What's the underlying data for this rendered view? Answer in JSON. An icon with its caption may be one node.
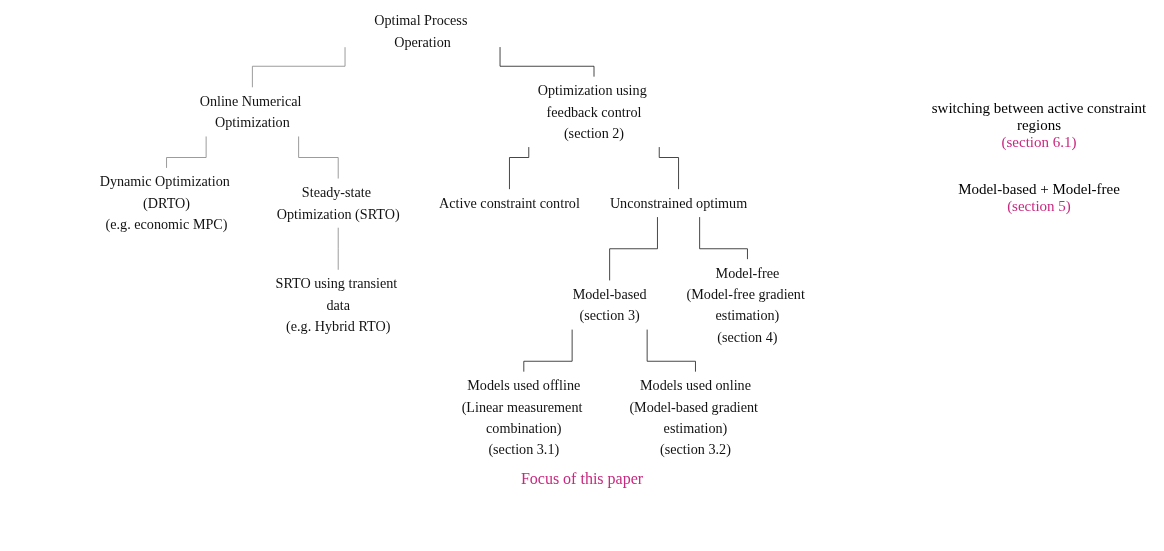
{
  "diagram": {
    "nodes": [
      {
        "text": [
          "Optimal Process Operation"
        ]
      },
      {
        "text": [
          "Online Numerical Optimization"
        ]
      },
      {
        "text": [
          "Optimization using feedback control",
          "(section 2)"
        ]
      },
      {
        "text": [
          "Dynamic Optimization (DRTO)",
          "(e.g. economic MPC)"
        ]
      },
      {
        "text": [
          "Steady-state Optimization (SRTO)"
        ]
      },
      {
        "text": [
          "SRTO using transient data",
          "(e.g. Hybrid RTO)"
        ]
      },
      {
        "text": [
          "Active constraint control"
        ]
      },
      {
        "text": [
          "Unconstrained optimum"
        ]
      },
      {
        "text": [
          "Model-based",
          "(section 3)"
        ]
      },
      {
        "text": [
          "Model-free",
          "(Model-free gradient estimation)",
          "(section 4)"
        ]
      },
      {
        "text": [
          "Models used offline",
          "(Linear measurement combination)",
          "(section 3.1)"
        ]
      },
      {
        "text": [
          "Models used online",
          "(Model-based gradient estimation)",
          "(section 3.2)"
        ]
      }
    ],
    "edges": [
      {
        "from": 0,
        "to": 1,
        "arrow": "none",
        "color": "#888888"
      },
      {
        "from": 0,
        "to": 2,
        "arrow": "none"
      },
      {
        "from": 1,
        "to": 3,
        "arrow": "none",
        "color": "#888888"
      },
      {
        "from": 1,
        "to": 4,
        "arrow": "none",
        "color": "#888888"
      },
      {
        "from": 4,
        "to": 5,
        "arrow": "none",
        "color": "#888888"
      },
      {
        "from": 2,
        "to": 6,
        "arrow": "none"
      },
      {
        "from": 2,
        "to": 7,
        "arrow": "none"
      },
      {
        "from": 7,
        "to": 8,
        "arrow": "none"
      },
      {
        "from": 7,
        "to": 9,
        "arrow": "none"
      },
      {
        "from": 8,
        "to": 10,
        "arrow": "none"
      },
      {
        "from": 8,
        "to": 11,
        "arrow": "none"
      }
    ],
    "labels": [
      "switching between active constraint regions",
      "(section 6.1)",
      "Model-based + Model-free",
      "(section 5)",
      "Focus of this paper"
    ]
  }
}
